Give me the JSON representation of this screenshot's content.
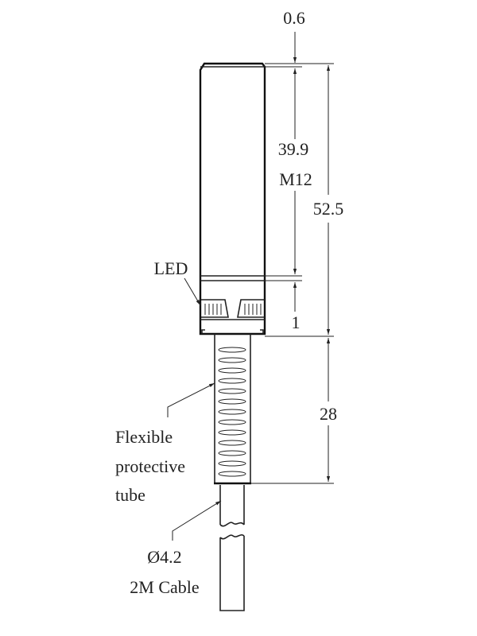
{
  "dimensions": {
    "gap": "0.6",
    "thread_length": "39.9",
    "thread": "M12",
    "total_length": "52.5",
    "led_band": "1",
    "tube_length": "28"
  },
  "labels": {
    "led": "LED",
    "tube_line1": "Flexible",
    "tube_line2": "protective",
    "tube_line3": "tube",
    "cable_diameter": "Ø4.2",
    "cable": "2M Cable"
  }
}
